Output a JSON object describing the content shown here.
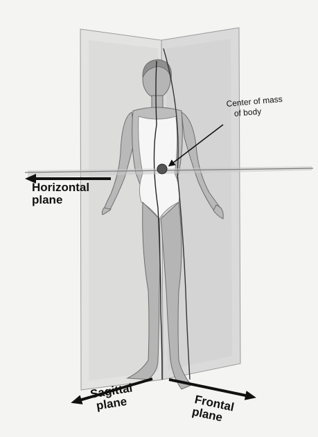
{
  "labels": {
    "center_of_mass_line1": "Center of mass",
    "center_of_mass_line2": "of body",
    "horizontal_line1": "Horizontal",
    "horizontal_line2": "plane",
    "sagittal_line1": "Sagittal",
    "sagittal_line2": "plane",
    "frontal_line1": "Frontal",
    "frontal_line2": "plane"
  },
  "colors": {
    "plane_fill": "#d7d7d7",
    "body_fill": "#bdbdbd",
    "leotard_fill": "#f6f6f6",
    "arrow": "#111111"
  }
}
